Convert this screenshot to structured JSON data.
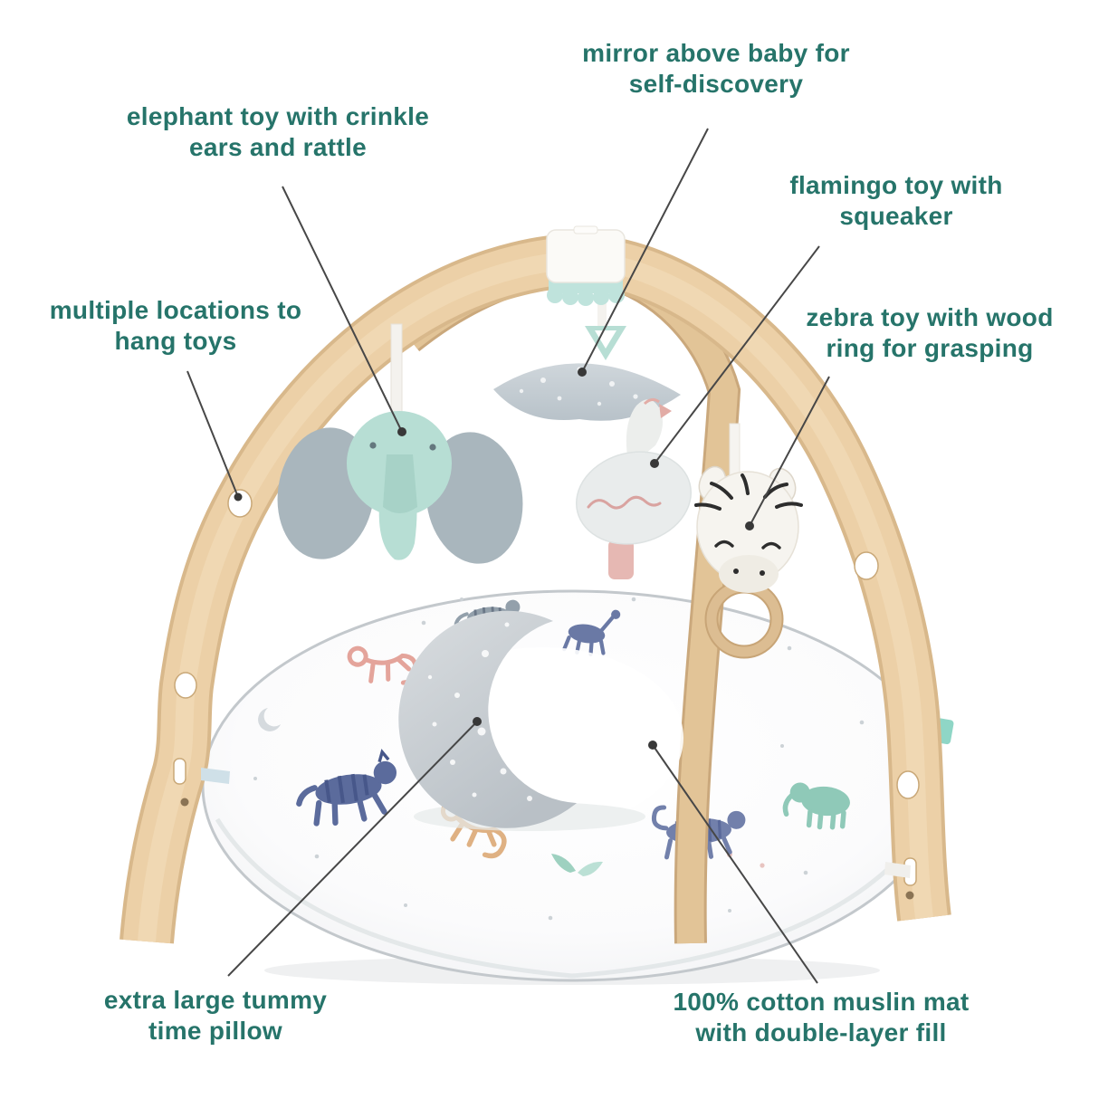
{
  "callouts": {
    "mirror": {
      "lines": [
        "mirror above baby for",
        "self-discovery"
      ]
    },
    "elephant": {
      "lines": [
        "elephant toy with crinkle",
        "ears and rattle"
      ]
    },
    "flamingo": {
      "lines": [
        "flamingo toy with",
        "squeaker"
      ]
    },
    "locations": {
      "lines": [
        "multiple locations to",
        "hang toys"
      ]
    },
    "zebra": {
      "lines": [
        "zebra toy with wood",
        "ring for grasping"
      ]
    },
    "pillow": {
      "lines": [
        "extra large tummy",
        "time pillow"
      ]
    },
    "mat": {
      "lines": [
        "100% cotton muslin mat",
        "with double-layer fill"
      ]
    }
  },
  "colors": {
    "label_text": "#26746a",
    "line_color": "#474747",
    "wood": "#ecd0a7",
    "wood_edge": "#d8b88b",
    "wood_back": "#e2c497",
    "mint": "#b7ded4",
    "mint_accent": "#8fd6c6",
    "ear_gray": "#a9b6bd",
    "canopy_gray": "#c6cfd5",
    "pillow_gray": "#c6cdd2",
    "mat_white": "#fdfdfd",
    "mat_piping": "#c3c8cc",
    "flamingo_pink": "#e2aca6",
    "print_navy": "#5b6b9c",
    "print_blue": "#7280ab",
    "print_pink": "#e4a49b",
    "print_tan": "#dfb183",
    "print_mint": "#8fc9b8",
    "print_gray": "#93a0ab"
  }
}
